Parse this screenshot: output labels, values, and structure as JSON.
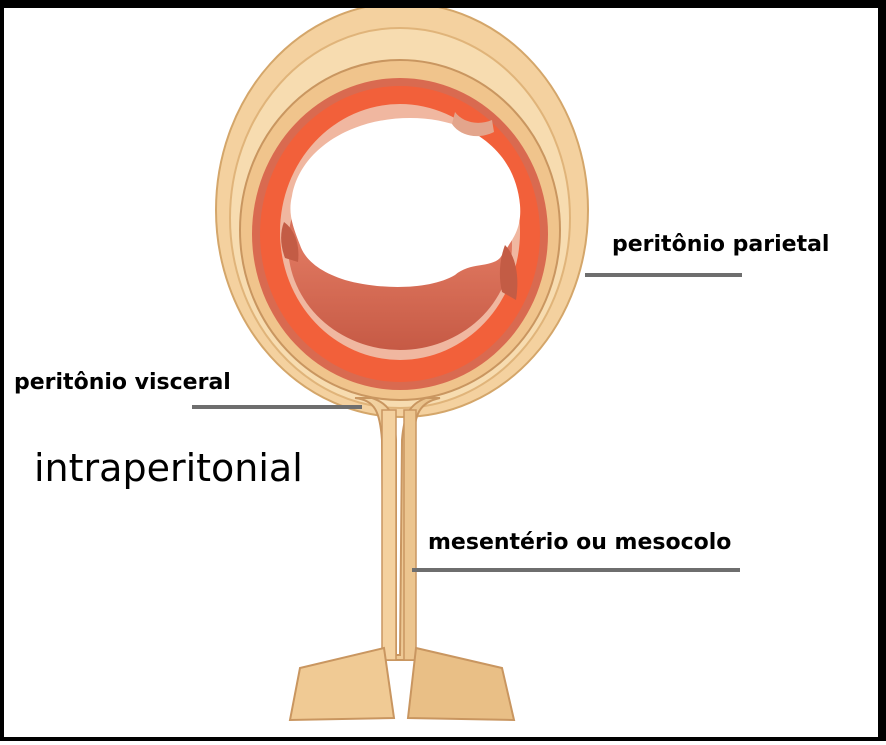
{
  "labels": {
    "parietal": "peritônio parietal",
    "visceral": "peritônio visceral",
    "mesentery": "mesentério ou mesocolo"
  },
  "title": "intraperitonial",
  "colors": {
    "peritoneum": "#f2cf9b",
    "peritoneum_edge": "#d4a66a",
    "muscle": "#f2603a",
    "muscle_dark": "#c8553f",
    "mucosa": "#e89a82",
    "leader_line": "#6e6e6e",
    "frame": "#000000"
  }
}
